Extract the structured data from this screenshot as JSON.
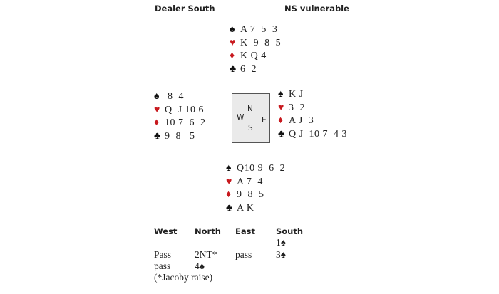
{
  "header": {
    "dealer": "Dealer South",
    "vulnerability": "NS vulnerable"
  },
  "colors": {
    "red_suit": "#c8191e",
    "black_suit": "#111111",
    "table_fill": "#eaeaea"
  },
  "suits": {
    "spades": "♠",
    "hearts": "♥",
    "diamonds": "♦",
    "clubs": "♣"
  },
  "hands": {
    "north": {
      "spades": "A 7  5  3",
      "hearts": "K  9  8  5",
      "diamonds": "K Q 4",
      "clubs": "6  2"
    },
    "west": {
      "spades": " 8  4",
      "hearts": "Q  J 10 6",
      "diamonds": "10 7  6  2",
      "clubs": "9  8   5"
    },
    "east": {
      "spades": "K J",
      "hearts": "3  2",
      "diamonds": "A J  3",
      "clubs": "Q J  10 7  4 3"
    },
    "south": {
      "spades": "Q10 9  6  2",
      "hearts": "A 7  4",
      "diamonds": "9  8  5",
      "clubs": "A K"
    }
  },
  "compass": {
    "n": "N",
    "w": "W",
    "e": "E",
    "s": "S"
  },
  "auction": {
    "headers": [
      "West",
      "North",
      "East",
      "South"
    ],
    "bids": [
      {
        "text": "1♠",
        "col": 3,
        "row": 0
      },
      {
        "text": "Pass",
        "col": 0,
        "row": 1
      },
      {
        "text": "2NT*",
        "col": 1,
        "row": 1
      },
      {
        "text": "pass",
        "col": 2,
        "row": 1
      },
      {
        "text": "3♠",
        "col": 3,
        "row": 1
      },
      {
        "text": "pass",
        "col": 0,
        "row": 2
      },
      {
        "text": "4♠",
        "col": 1,
        "row": 2
      }
    ],
    "note": "(*Jacoby raise)"
  }
}
